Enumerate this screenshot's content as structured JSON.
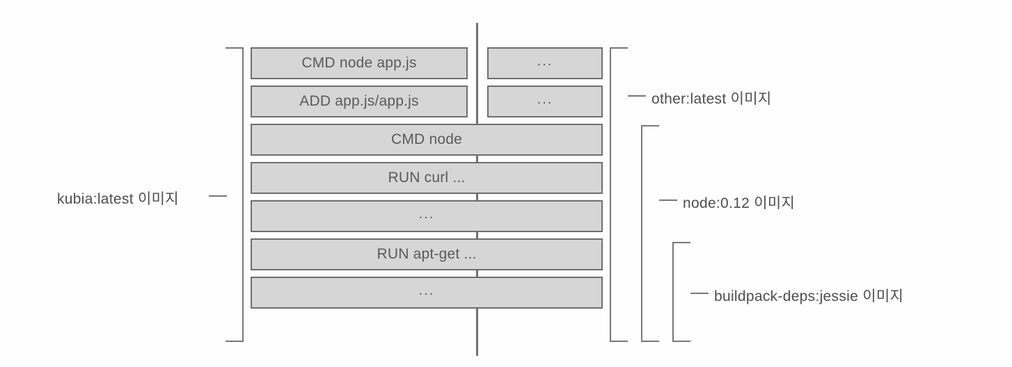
{
  "diagram": {
    "title": "Docker image layer stack",
    "colors": {
      "box_fill": "#d6d6d6",
      "box_border": "#6e6e6e",
      "line": "#777777",
      "text": "#4d4d4d",
      "background": "#fefefe"
    },
    "left_stack": [
      {
        "id": "l1",
        "label": "CMD node app.js"
      },
      {
        "id": "l2",
        "label": "ADD app.js/app.js"
      },
      {
        "id": "l3",
        "label": "CMD node"
      },
      {
        "id": "l4",
        "label": "RUN curl ..."
      },
      {
        "id": "l5",
        "label": "..."
      },
      {
        "id": "l6",
        "label": "RUN apt-get ..."
      },
      {
        "id": "l7",
        "label": "..."
      }
    ],
    "right_stack": [
      {
        "id": "r1",
        "label": "..."
      },
      {
        "id": "r2",
        "label": "..."
      }
    ],
    "brackets": [
      {
        "id": "kubia",
        "label": "kubia:latest 이미지",
        "side": "left"
      },
      {
        "id": "other",
        "label": "other:latest 이미지",
        "side": "right"
      },
      {
        "id": "node",
        "label": "node:0.12 이미지",
        "side": "right"
      },
      {
        "id": "buildpack-deps",
        "label": "buildpack-deps:jessie 이미지",
        "side": "right"
      }
    ]
  }
}
